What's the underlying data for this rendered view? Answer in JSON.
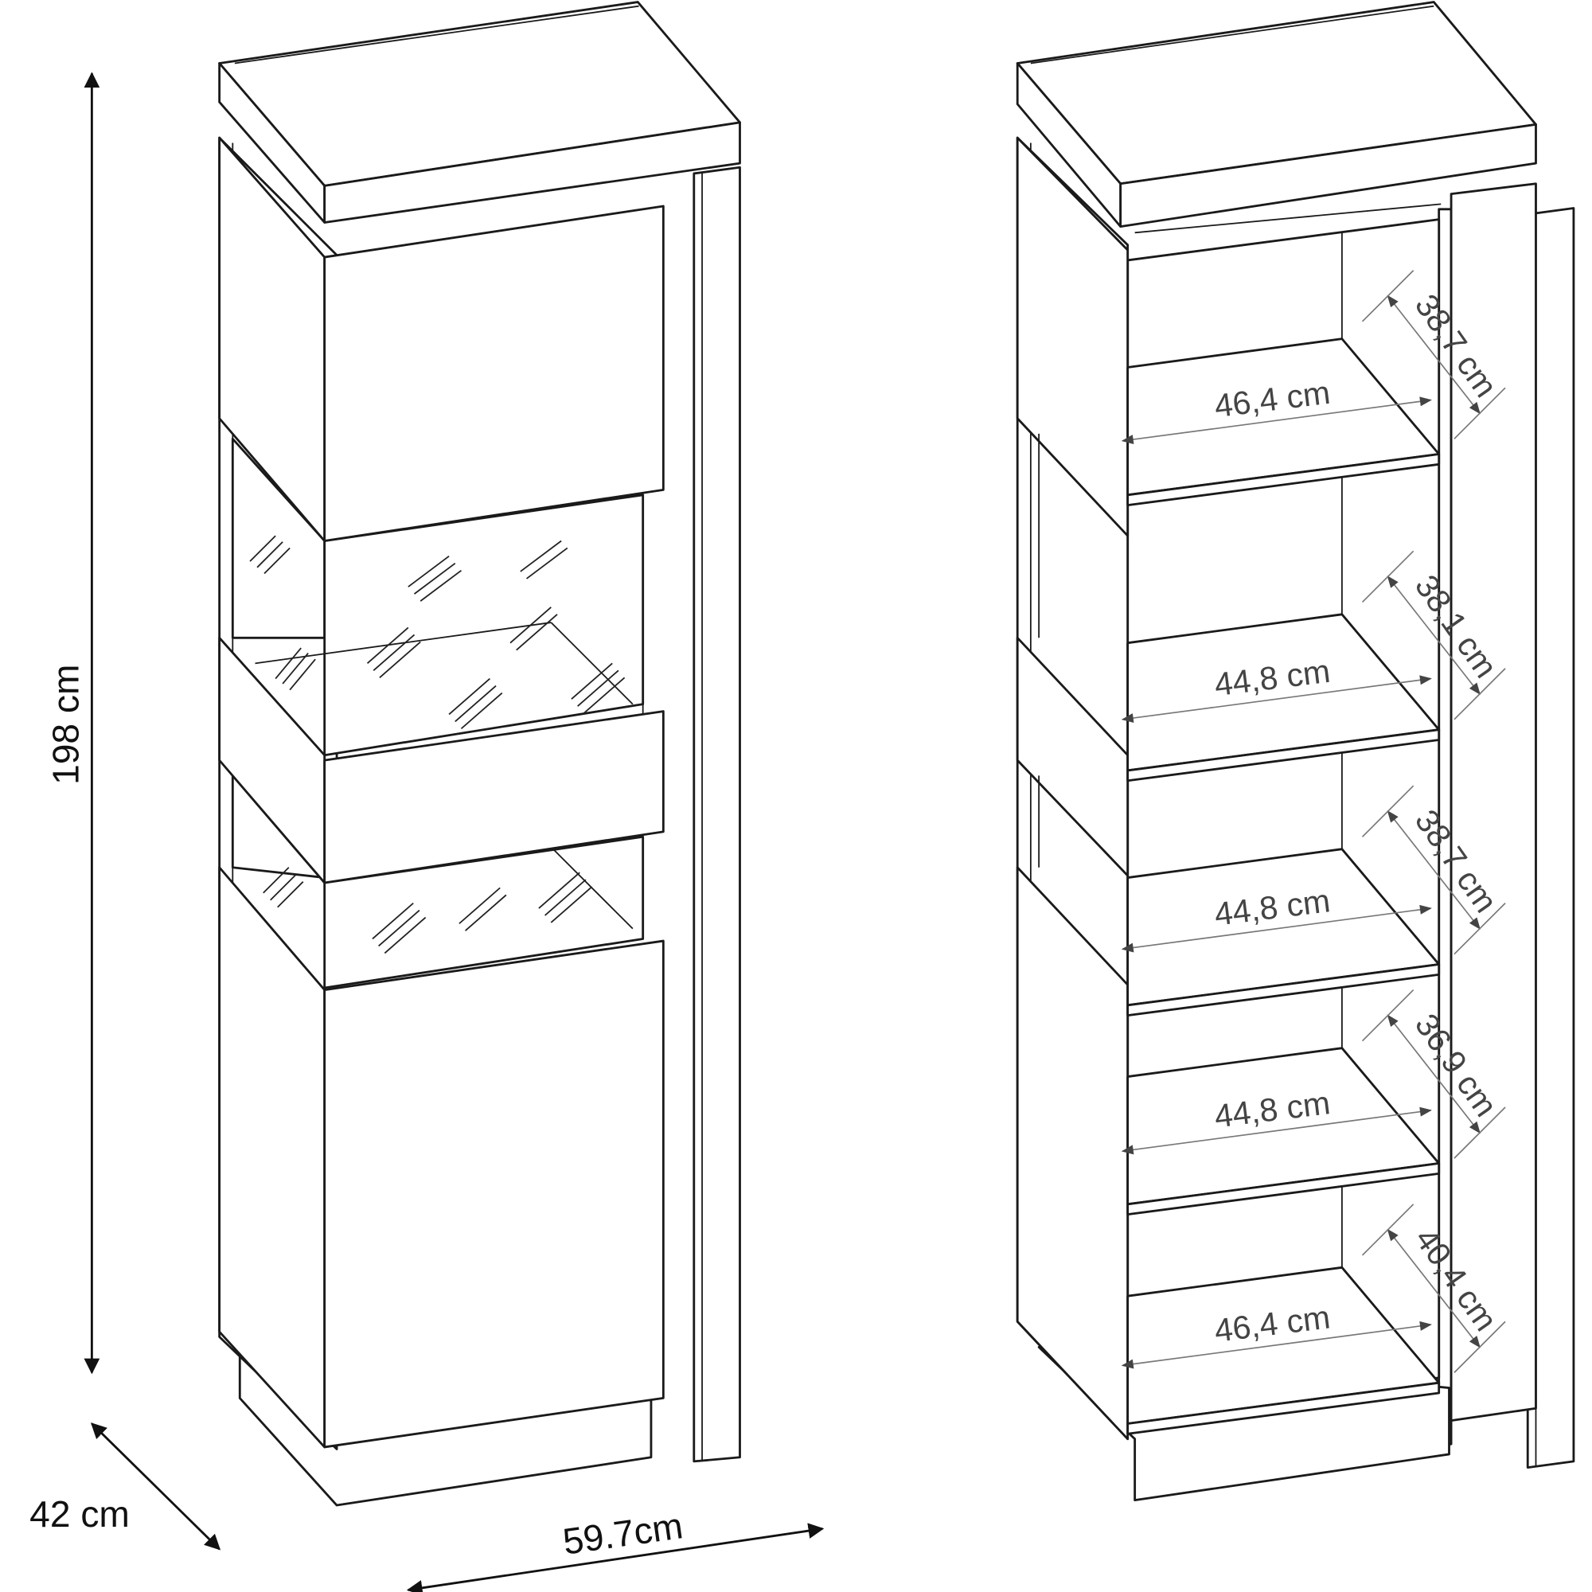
{
  "overall_dimensions": {
    "height": "198 cm",
    "depth": "42 cm",
    "width": "59.7cm"
  },
  "shelves": [
    {
      "width": "46,4 cm",
      "height": "38,7 cm"
    },
    {
      "width": "44,8 cm",
      "height": "38,1 cm"
    },
    {
      "width": "44,8 cm",
      "height": "38,7 cm"
    },
    {
      "width": "44,8 cm",
      "height": "36,9 cm"
    },
    {
      "width": "46,4 cm",
      "height": "40,4 cm"
    }
  ],
  "colors": {
    "line": "#1a1a1a",
    "dimension_arrow": "#111111",
    "shelf_arrow": "#444444"
  }
}
